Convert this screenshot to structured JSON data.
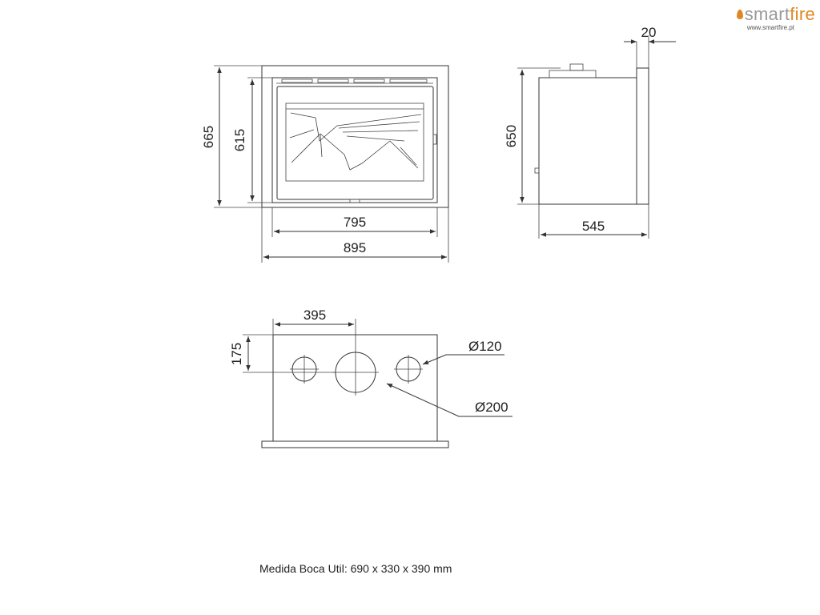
{
  "brand": {
    "name_part1": "smart",
    "name_part2": "fire",
    "url": "www.smartfire.pt",
    "accent_color": "#e2871f"
  },
  "front_view": {
    "height_outer": "665",
    "height_inner": "615",
    "width_inner": "795",
    "width_outer": "895"
  },
  "side_view": {
    "height": "650",
    "depth": "545",
    "flange": "20"
  },
  "top_view": {
    "offset_x": "395",
    "offset_y": "175",
    "small_diameter": "Ø120",
    "large_diameter": "Ø200"
  },
  "caption": "Medida Boca Util: 690 x 330 x 390 mm"
}
